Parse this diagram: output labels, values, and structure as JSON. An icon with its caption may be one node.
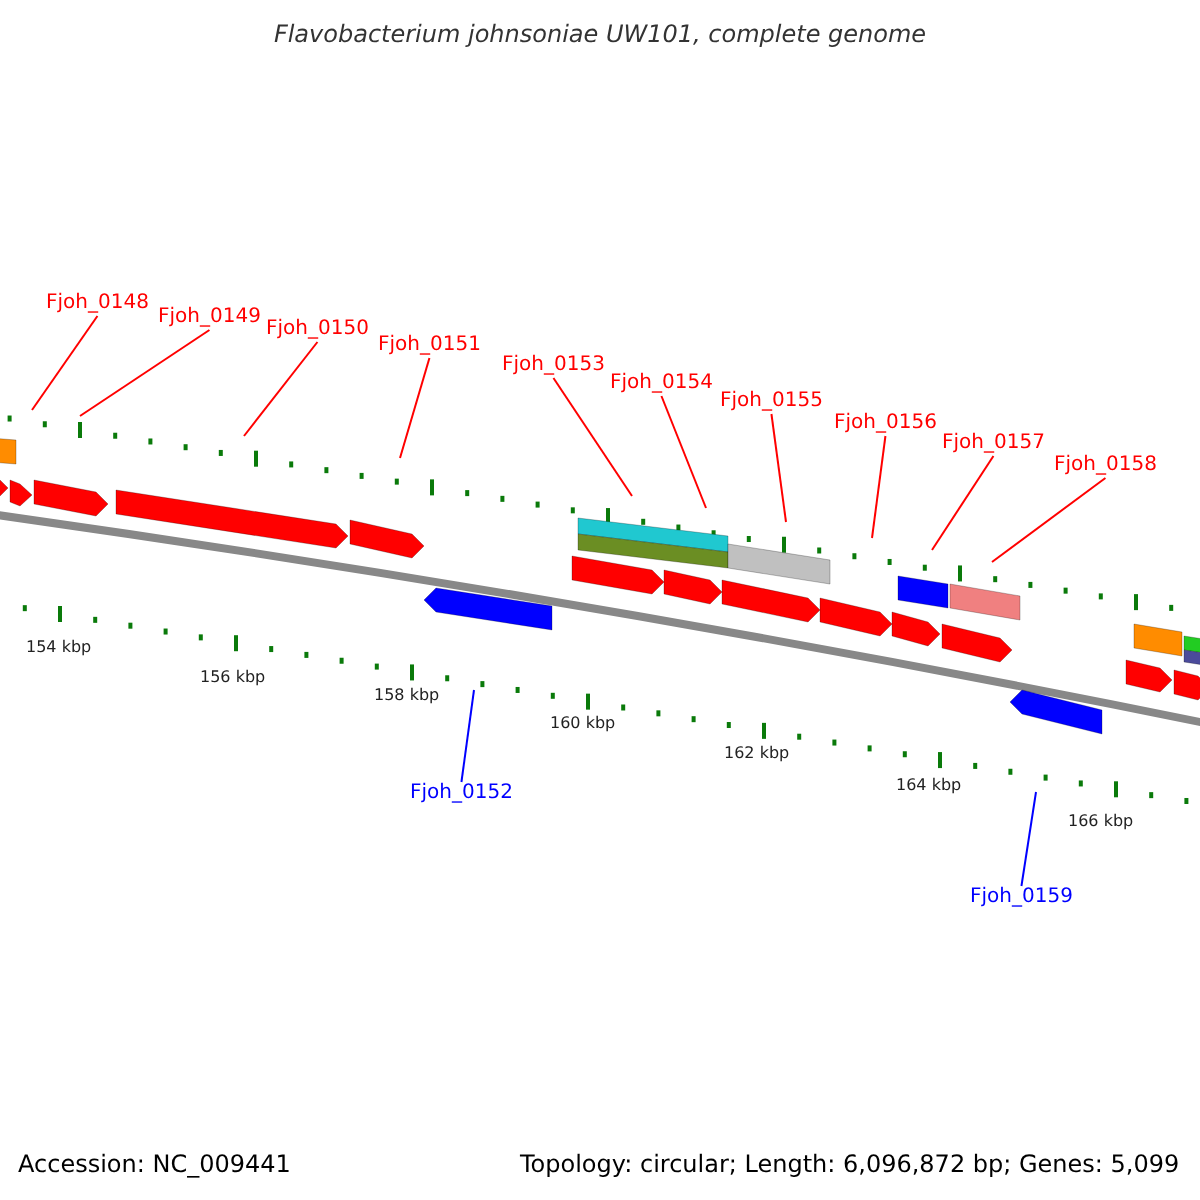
{
  "diagram": {
    "title": "Flavobacterium johnsoniae UW101, complete genome",
    "nodes": [
      {
        "text": [
          "Fjoh_0148"
        ]
      },
      {
        "text": [
          "Fjoh_0149"
        ]
      },
      {
        "text": [
          "Fjoh_0150"
        ]
      },
      {
        "text": [
          "Fjoh_0151"
        ]
      },
      {
        "text": [
          "Fjoh_0153"
        ]
      },
      {
        "text": [
          "Fjoh_0154"
        ]
      },
      {
        "text": [
          "Fjoh_0155"
        ]
      },
      {
        "text": [
          "Fjoh_0156"
        ]
      },
      {
        "text": [
          "Fjoh_0157"
        ]
      },
      {
        "text": [
          "Fjoh_0158"
        ]
      },
      {
        "text": [
          "Fjoh_0152"
        ]
      },
      {
        "text": [
          "Fjoh_0159"
        ]
      }
    ],
    "edges": [
      {
        "from": 0,
        "to": null,
        "arrow": "none"
      },
      {
        "from": 1,
        "to": null,
        "arrow": "none"
      },
      {
        "from": 2,
        "to": null,
        "arrow": "none"
      },
      {
        "from": 3,
        "to": null,
        "arrow": "none"
      },
      {
        "from": 4,
        "to": null,
        "arrow": "none"
      },
      {
        "from": 5,
        "to": null,
        "arrow": "none"
      },
      {
        "from": 6,
        "to": null,
        "arrow": "none"
      },
      {
        "from": 7,
        "to": null,
        "arrow": "none"
      },
      {
        "from": 8,
        "to": null,
        "arrow": "none"
      },
      {
        "from": 9,
        "to": null,
        "arrow": "none"
      },
      {
        "from": 10,
        "to": null,
        "arrow": "none",
        "color": "#0000ff"
      },
      {
        "from": 11,
        "to": null,
        "arrow": "none",
        "color": "#0000ff"
      }
    ],
    "labels": [
      "154 kbp",
      "156 kbp",
      "158 kbp",
      "160 kbp",
      "162 kbp",
      "164 kbp",
      "166 kbp",
      "Accession: NC_009441",
      "Topology: circular; Length: 6,096,872 bp; Genes: 5,099"
    ]
  }
}
